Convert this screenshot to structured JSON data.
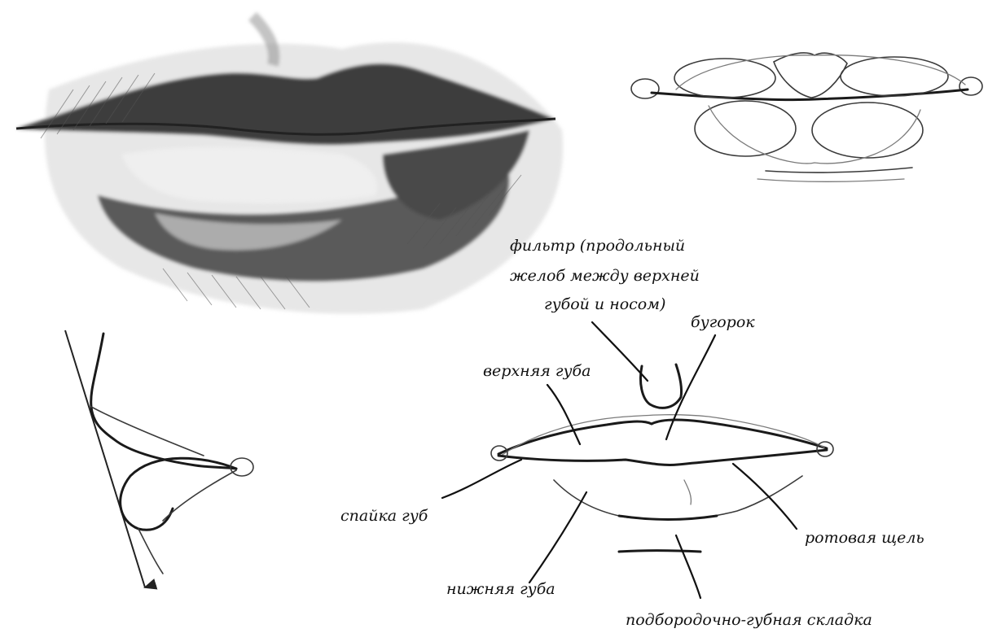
{
  "labels": {
    "philtrum_line1": "фильтр (продольный",
    "philtrum_line2": "желоб между верхней",
    "philtrum_line3": "губой и носом)",
    "tubercle": "бугорок",
    "upper_lip": "верхняя губа",
    "commissure": "спайка губ",
    "mouth_slit": "ротовая щель",
    "lower_lip": "нижняя губа",
    "mentolabial_fold": "подбородочно-губная складка"
  },
  "colors": {
    "ink": "#111111",
    "pencil_dark": "#3c3c3c",
    "pencil_mid": "#6e6e6e",
    "pencil_light": "#a8a8a8"
  }
}
